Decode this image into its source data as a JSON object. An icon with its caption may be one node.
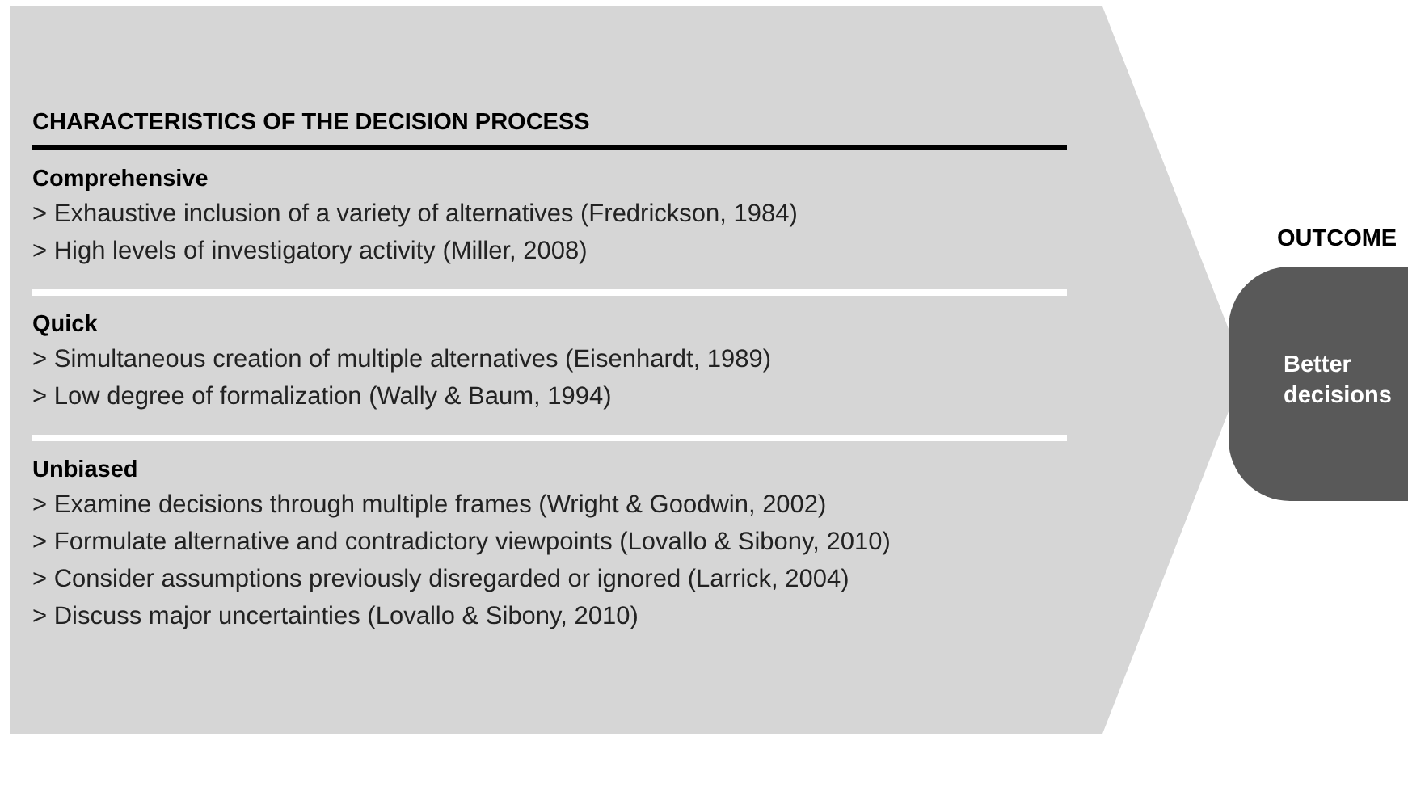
{
  "diagram": {
    "nodes": [
      {
        "text": [
          "CHARACTERISTICS OF THE DECISION PROCESS"
        ]
      },
      {
        "text": [
          "Comprehensive",
          "> Exhaustive inclusion of a variety of alternatives (Fredrickson, 1984)",
          "> High levels of investigatory activity (Miller, 2008)"
        ],
        "in": 0
      },
      {
        "text": [
          "Quick",
          "> Simultaneous creation of multiple alternatives (Eisenhardt, 1989)",
          "> Low degree of formalization (Wally & Baum, 1994)"
        ],
        "in": 0
      },
      {
        "text": [
          "Unbiased",
          "> Examine decisions through multiple frames (Wright & Goodwin, 2002)",
          "> Formulate alternative and contradictory viewpoints (Lovallo & Sibony, 2010)",
          "> Consider assumptions previously disregarded or ignored (Larrick, 2004)",
          "> Discuss major uncertainties (Lovallo & Sibony, 2010)"
        ],
        "in": 0
      },
      {
        "text": [
          "OUTCOME",
          "Better decisions"
        ]
      }
    ]
  }
}
